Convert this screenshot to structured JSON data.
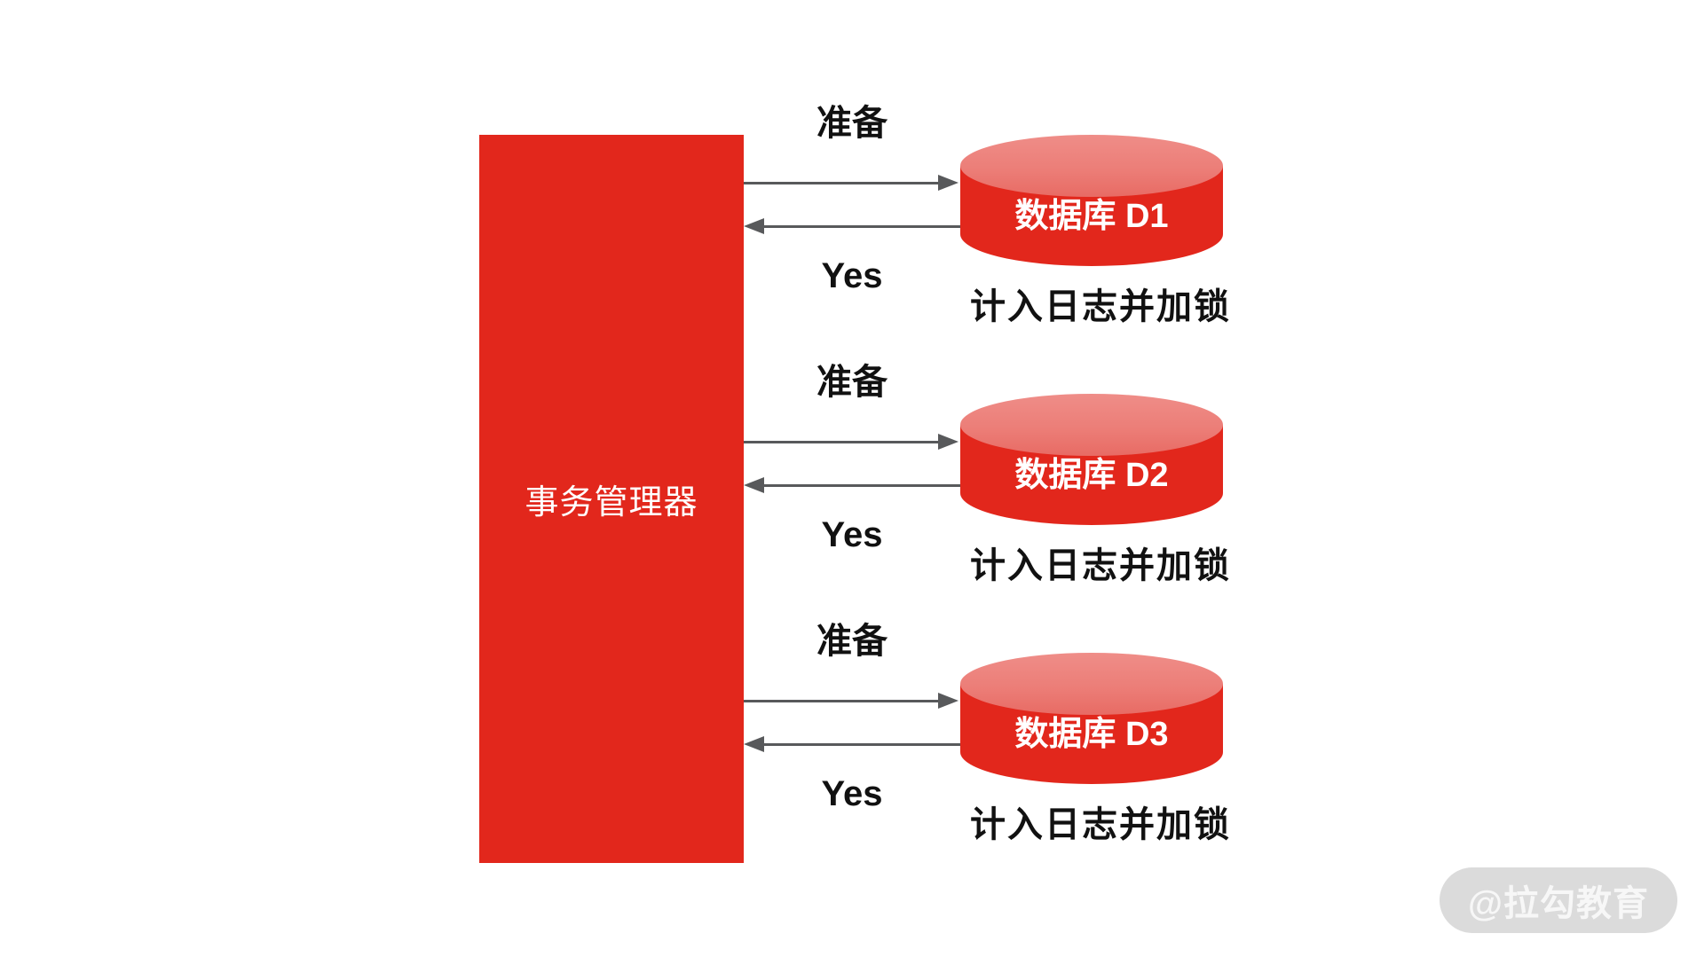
{
  "diagram": {
    "manager": {
      "label": "事务管理器"
    },
    "rows": [
      {
        "prepare_label": "准备",
        "reply_label": "Yes",
        "database_label": "数据库 D1",
        "note_label": "计入日志并加锁"
      },
      {
        "prepare_label": "准备",
        "reply_label": "Yes",
        "database_label": "数据库 D2",
        "note_label": "计入日志并加锁"
      },
      {
        "prepare_label": "准备",
        "reply_label": "Yes",
        "database_label": "数据库 D3",
        "note_label": "计入日志并加锁"
      }
    ],
    "colors": {
      "primary_red": "#E2271C",
      "cylinder_top_light": "#EC7E78",
      "arrow_gray": "#58595B",
      "label_black": "#111111",
      "watermark_bg": "#DBDBDB",
      "watermark_text": "#F7F7F7"
    }
  },
  "watermark": {
    "label": "@拉勾教育"
  }
}
